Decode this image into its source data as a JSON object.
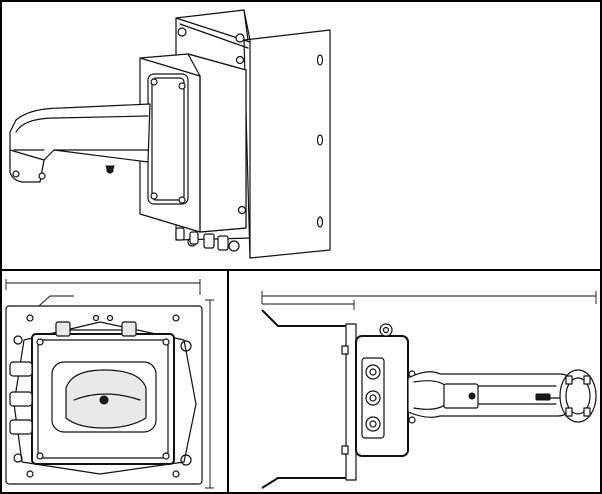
{
  "figure": {
    "kind": "technical line drawing of a camera wall-mount bracket",
    "views": [
      {
        "id": "isometric-view",
        "icon": "bracket-isometric"
      },
      {
        "id": "front-view",
        "icon": "bracket-front"
      },
      {
        "id": "side-view",
        "icon": "bracket-side"
      }
    ]
  },
  "colors": {
    "line": "#111111",
    "background": "#ffffff",
    "fill_shade": "#e9e9e9"
  }
}
